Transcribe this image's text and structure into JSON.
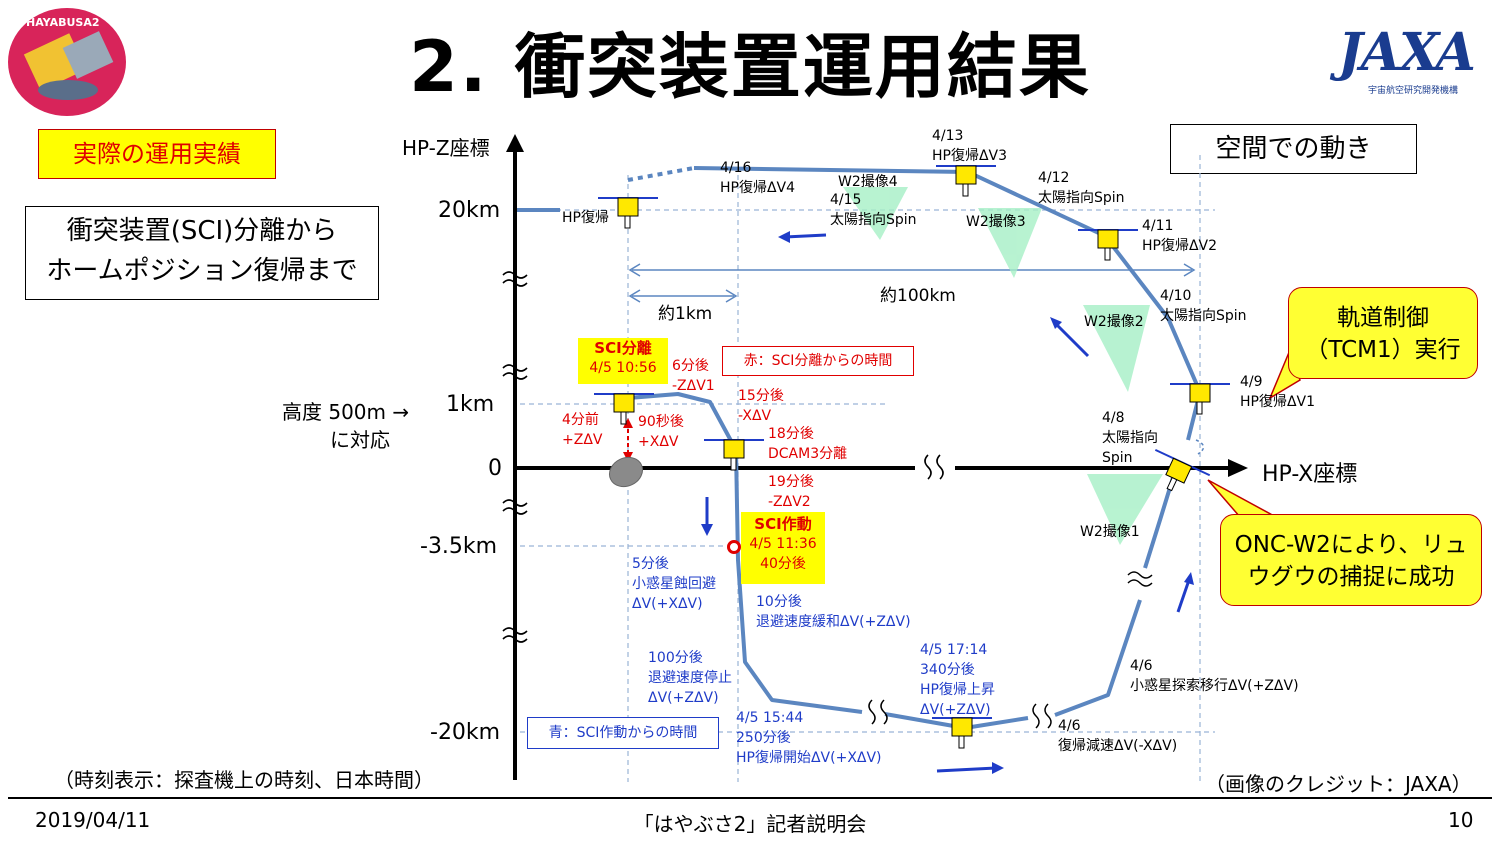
{
  "title": "2. 衝突装置運用結果",
  "logo_left_text": "HAYABUSA2",
  "logo_right": {
    "main": "JAXA",
    "sub": "宇宙航空研究開発機構"
  },
  "actual_ops_label": "実際の運用実績",
  "space_motion_label": "空間での動き",
  "description_box": [
    "衝突装置(SCI)分離から",
    "ホームポジション復帰まで"
  ],
  "axes": {
    "z_label": "HP-Z座標",
    "x_label": "HP-X座標",
    "y_ticks": {
      "t20km": "20km",
      "t1km": "1km",
      "t0": "0",
      "t35": "-3.5km",
      "t20n": "-20km"
    },
    "altitude_note": [
      "高度 500m → ",
      "に対応"
    ]
  },
  "distances": {
    "d1km": "約1km",
    "d100km": "約100km"
  },
  "legend": {
    "red": "赤：SCI分離からの時間",
    "blue": "青：SCI作動からの時間"
  },
  "sci_separation": {
    "title": "SCI分離",
    "time": "4/5 10:56"
  },
  "sci_activation": {
    "title": "SCI作動",
    "time": "4/5 11:36",
    "after": "40分後"
  },
  "red_events": {
    "e1": [
      "4分前",
      "+ZΔV"
    ],
    "e2": [
      "6分後",
      "-ZΔV1"
    ],
    "e3": [
      "90秒後",
      "+XΔV"
    ],
    "e4": [
      "15分後",
      "-XΔV"
    ],
    "e5": [
      "18分後",
      "DCAM3分離"
    ],
    "e6": [
      "19分後",
      "-ZΔV2"
    ]
  },
  "blue_events": {
    "b1": [
      "5分後",
      "小惑星蝕回避",
      "ΔV(+XΔV)"
    ],
    "b2": [
      "10分後",
      "退避速度緩和ΔV(+ZΔV)"
    ],
    "b3": [
      "100分後",
      "退避速度停止",
      "ΔV(+ZΔV)"
    ],
    "b4": [
      "4/5 15:44",
      "250分後",
      "HP復帰開始ΔV(+XΔV)"
    ],
    "b5": [
      "4/5 17:14",
      "340分後",
      "HP復帰上昇",
      "ΔV(+ZΔV)"
    ]
  },
  "black_events": {
    "hp_return": "HP復帰",
    "d416": [
      "4/16",
      "HP復帰ΔV4"
    ],
    "d415": [
      "4/15",
      "太陽指向Spin"
    ],
    "d413": [
      "4/13",
      "HP復帰ΔV3"
    ],
    "d412": [
      "4/12",
      "太陽指向Spin"
    ],
    "d411": [
      "4/11",
      "HP復帰ΔV2"
    ],
    "d410": [
      "4/10",
      "太陽指向Spin"
    ],
    "d49": [
      "4/9",
      "HP復帰ΔV1"
    ],
    "d48": [
      "4/8",
      "太陽指向",
      "Spin"
    ],
    "d46a": [
      "4/6",
      "小惑星探索移行ΔV(+ZΔV)"
    ],
    "d46b": [
      "4/6",
      "復帰減速ΔV(-XΔV)"
    ],
    "w2_4": "W2撮像4",
    "w2_3": "W2撮像3",
    "w2_2": "W2撮像2",
    "w2_1": "W2撮像1"
  },
  "callouts": {
    "tcm": [
      "軌道制御",
      "（TCM1）実行"
    ],
    "onc": [
      "ONC-W2により、リュ",
      "ウグウの捕捉に成功"
    ]
  },
  "time_note": "（時刻表示：探査機上の時刻、日本時間）",
  "credit": "（画像のクレジット：JAXA）",
  "footer": {
    "date": "2019/04/11",
    "center": "「はやぶさ2」記者説明会",
    "page": "10"
  },
  "colors": {
    "path": "#5b86c0",
    "accent_red": "#e00000",
    "accent_blue": "#1f3cc8",
    "green": "#a6f0c6",
    "yellow": "#ffff00",
    "spacecraft_body": "#ffe800"
  }
}
